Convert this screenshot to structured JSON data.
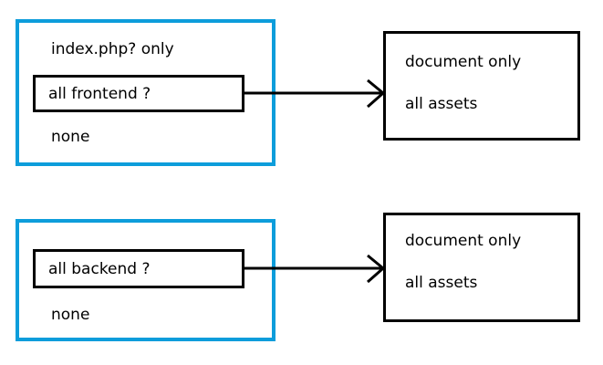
{
  "diagram": {
    "title": "Frontend and backend caching scope diagram",
    "accent_color": "#0d9ddb",
    "line_color": "#000000",
    "background_color": "#ffffff",
    "rows": [
      {
        "id": "frontend",
        "group": {
          "top_label": "index.php? only",
          "highlighted_label": "all frontend ?",
          "bottom_label": "none"
        },
        "arrow": {
          "style": "open-v-arrowhead",
          "direction": "right"
        },
        "target": {
          "line1": "document only",
          "line2": "all assets"
        }
      },
      {
        "id": "backend",
        "group": {
          "top_label": "",
          "highlighted_label": "all backend ?",
          "bottom_label": "none"
        },
        "arrow": {
          "style": "open-v-arrowhead",
          "direction": "right"
        },
        "target": {
          "line1": "document only",
          "line2": "all assets"
        }
      }
    ]
  }
}
